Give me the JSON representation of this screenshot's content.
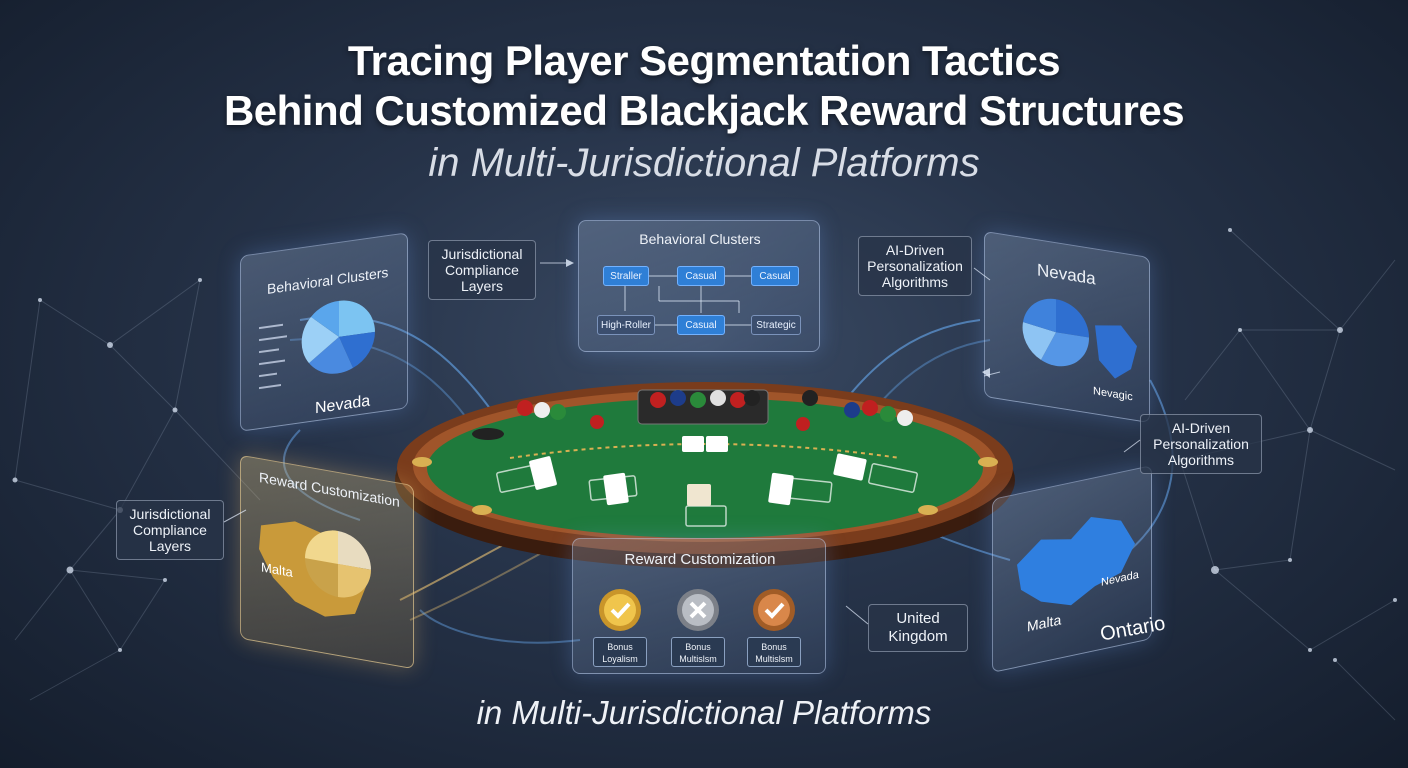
{
  "title": {
    "line1": "Tracing Player Segmentation Tactics",
    "line2": "Behind Customized Blackjack Reward Structures",
    "line3": "in Multi-Jurisdictional Platforms"
  },
  "footer": "in Multi-Jurisdictional Platforms",
  "left_top_panel": {
    "title": "Behavioral Clusters",
    "region": "Nevada"
  },
  "left_bottom_panel": {
    "title": "Reward Customization",
    "region": "Malta"
  },
  "center_top_panel": {
    "title": "Behavioral Clusters",
    "nodes": {
      "a": "Straller",
      "b": "Casual",
      "c": "Casual",
      "d": "High-Roller",
      "e": "Casual",
      "f": "Strategic"
    }
  },
  "center_bottom_panel": {
    "title": "Reward Customization",
    "badges": [
      {
        "line1": "Bonus",
        "line2": "Loyalism"
      },
      {
        "line1": "Bonus",
        "line2": "Multislsm"
      },
      {
        "line1": "Bonus",
        "line2": "Multislsm"
      }
    ]
  },
  "right_top_panel": {
    "title": "Nevada",
    "region": "Nevagic"
  },
  "right_bottom_panel": {
    "region1": "Malta",
    "region2": "Nevada",
    "region3": "Ontario"
  },
  "tags": {
    "jurisdictional_top": "Jurisdictional Compliance Layers",
    "jurisdictional_left": "Jurisdictional Compliance Layers",
    "ai_top": "AI-Driven Personalization Algorithms",
    "ai_right": "AI-Driven Personalization Algorithms",
    "united_kingdom": "United Kingdom"
  },
  "colors": {
    "felt": "#1f7a3c",
    "rim": "#6e3519",
    "accent_blue": "#3c8fe8",
    "gold": "#d9b052"
  }
}
